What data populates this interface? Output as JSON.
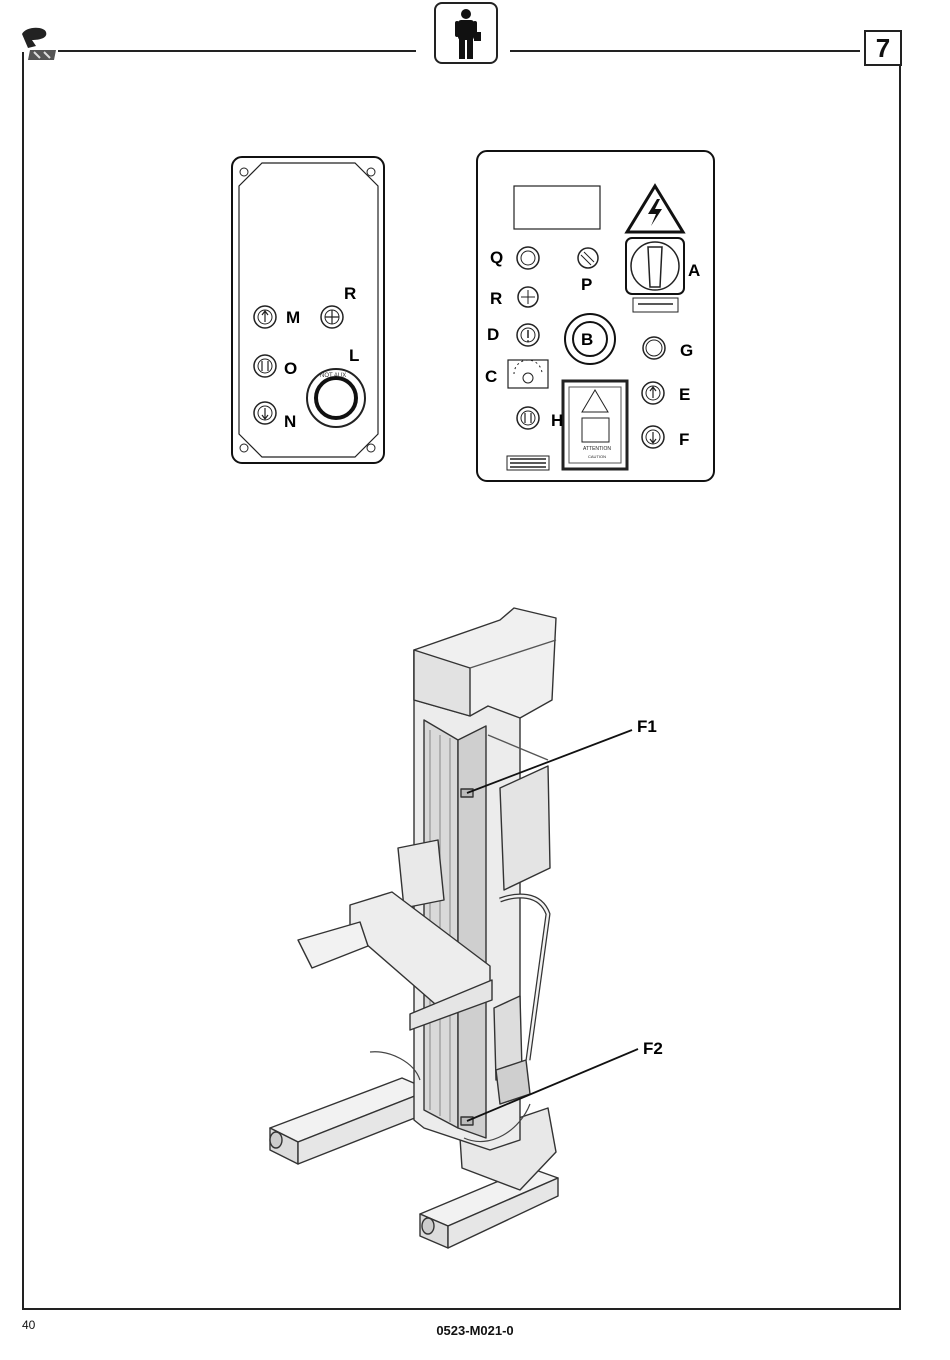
{
  "header": {
    "logo_icon": "company-logo-icon",
    "center_icon": "operator-person-icon",
    "section_number": "7"
  },
  "left_panel": {
    "labels": {
      "M": "M",
      "O": "O",
      "N": "N",
      "R": "R",
      "L": "L"
    },
    "switch_text": "NOT   AUX"
  },
  "right_panel": {
    "labels": {
      "Q": "Q",
      "P": "P",
      "A": "A",
      "R": "R",
      "D": "D",
      "B": "B",
      "G": "G",
      "C": "C",
      "E": "E",
      "H": "H",
      "F": "F"
    },
    "warning_text_1": "ATTENTION",
    "warning_text_2": "CAUTION"
  },
  "lift_figure": {
    "callouts": {
      "F1": "F1",
      "F2": "F2"
    }
  },
  "footer": {
    "page_number": "40",
    "document_code": "0523-M021-0"
  }
}
